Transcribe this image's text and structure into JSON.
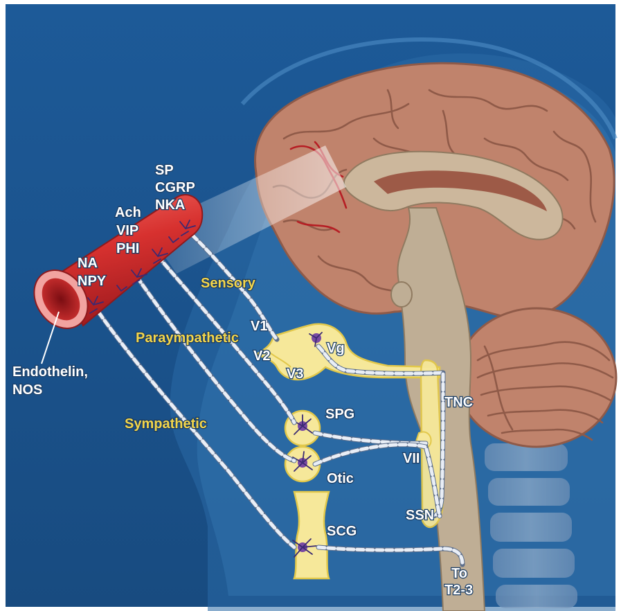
{
  "labels": {
    "sp": "SP",
    "cgrp": "CGRP",
    "nka": "NKA",
    "ach": "Ach",
    "vip": "VIP",
    "phi": "PHI",
    "na": "NA",
    "npy": "NPY",
    "endothelin": "Endothelin,",
    "nos": "NOS",
    "sensory": "Sensory",
    "parasympathetic": "Paraympathetic",
    "sympathetic": "Sympathetic",
    "v1": "V1",
    "v2": "V2",
    "v3": "V3",
    "vg": "Vg",
    "spg": "SPG",
    "otic": "Otic",
    "scg": "SCG",
    "tnc": "TNC",
    "vii": "VII",
    "ssn": "SSN",
    "to": "To",
    "t23": "T2-3"
  },
  "colors": {
    "background": "#1f5a96",
    "brain": "#c0836c",
    "brainstem": "#bfae95",
    "vessel": "#cc2c2c",
    "ganglion": "#f6e89a",
    "label_yellow": "#f3d64b"
  }
}
